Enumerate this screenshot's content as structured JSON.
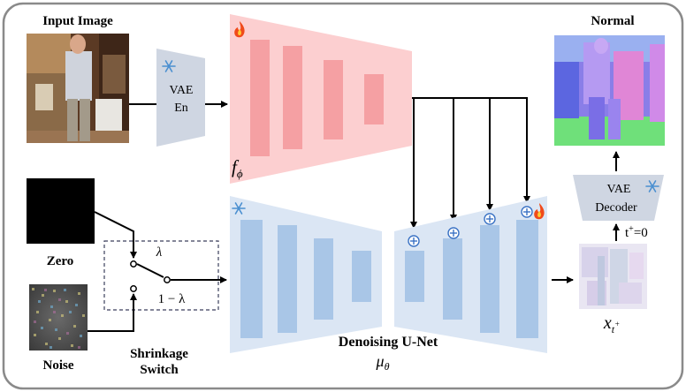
{
  "labels": {
    "input_image": "Input Image",
    "normal": "Normal",
    "vae_encoder_line1": "VAE",
    "vae_encoder_line2": "En",
    "vae_decoder_line1": "VAE",
    "vae_decoder_line2": "Decoder",
    "f_phi_main": "f",
    "f_phi_sub": "ϕ",
    "zero": "Zero",
    "noise": "Noise",
    "lambda": "λ",
    "one_minus_lambda": "1 − λ",
    "shrinkage_line1": "Shrinkage",
    "shrinkage_line2": "Switch",
    "unet_title": "Denoising U-Net",
    "mu_main": "μ",
    "mu_sub": "θ",
    "t_plus_prefix": "t",
    "t_plus_sup": "+",
    "t_plus_suffix": "=0",
    "x_main": "x",
    "x_sub": "t",
    "x_subsup": "+"
  },
  "icons": {
    "frozen": "snowflake-icon",
    "trainable": "flame-icon"
  },
  "colors": {
    "encoder_fill": "#fccfd0",
    "encoder_bar": "#f5a0a3",
    "unet_fill": "#dbe6f4",
    "unet_bar": "#a9c6e7",
    "vae_fill": "#cfd6e2",
    "plus_stroke": "#3a72c4",
    "frame_stroke": "#8a8a8a"
  }
}
